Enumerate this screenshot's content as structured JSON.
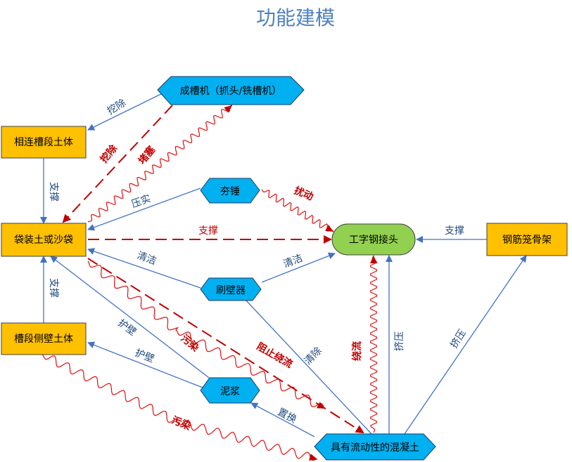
{
  "title": "功能建模",
  "nodes": {
    "groove_machine": "成槽机（抓头/铣槽机）",
    "adjacent_soil": "相连槽段土体",
    "sandbags": "袋装土或沙袋",
    "side_wall_soil": "槽段侧壁土体",
    "rammer": "夯锤",
    "wall_brush": "刷壁器",
    "i_beam_joint": "工字钢接头",
    "rebar_cage": "钢筋笼骨架",
    "slurry": "泥浆",
    "fluid_concrete": "具有流动性的混凝土"
  },
  "relations": {
    "excavate_adjacent": "挖除",
    "excavate_sandbags": "挖除",
    "block": "堵塞",
    "support_adjacent": "支撑",
    "compact": "压实",
    "disturb": "扰动",
    "support_sandbags": "支撑",
    "support_cage": "支撑",
    "clean_sandbags": "清洁",
    "clean_joint": "清洁",
    "support_side": "支撑",
    "protect_wall_sandbags": "护壁",
    "protect_wall_side": "护壁",
    "pollute_sandbags": "污染",
    "stop_bypass": "阻止绕流",
    "clear": "清除",
    "bypass": "绕流",
    "squeeze_joint": "挤压",
    "squeeze_cage": "挤压",
    "displace": "置换",
    "pollute_side": "污染"
  },
  "colors": {
    "title": "#4F81BD",
    "yellow_fill": "#FFC000",
    "cyan_fill": "#00B0F0",
    "green_fill": "#92D050",
    "blue_line": "#4472C4",
    "red_line": "#C00000",
    "red_wave": "#E01010",
    "label_blue": "#1F497D"
  }
}
